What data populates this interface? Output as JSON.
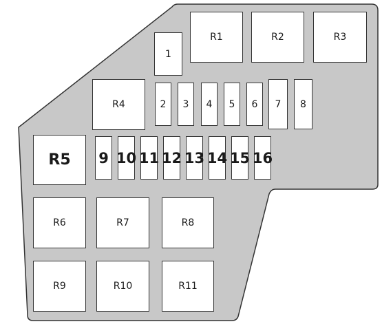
{
  "diagram": {
    "colors": {
      "panel_fill": "#c8c8c8",
      "panel_stroke": "#333333",
      "slot_fill": "#ffffff"
    },
    "relays": {
      "r1": "R1",
      "r2": "R2",
      "r3": "R3",
      "r4": "R4",
      "r5": "R5",
      "r6": "R6",
      "r7": "R7",
      "r8": "R8",
      "r9": "R9",
      "r10": "R10",
      "r11": "R11"
    },
    "fuses": {
      "f1": "1",
      "f2": "2",
      "f3": "3",
      "f4": "4",
      "f5": "5",
      "f6": "6",
      "f7": "7",
      "f8": "8",
      "f9": "9",
      "f10": "10",
      "f11": "11",
      "f12": "12",
      "f13": "13",
      "f14": "14",
      "f15": "15",
      "f16": "16"
    }
  }
}
